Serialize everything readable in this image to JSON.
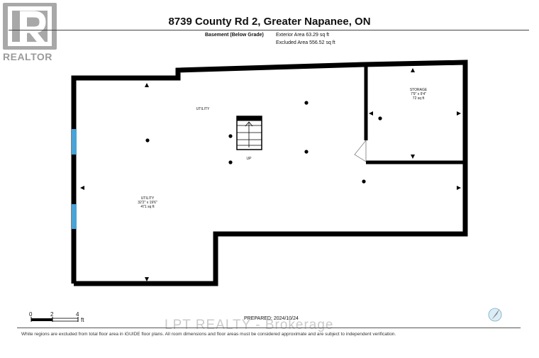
{
  "header": {
    "address": "8739 County Rd 2, Greater Napanee, ON",
    "floor_name": "Basement (Below Grade)",
    "exterior_area": "Exterior Area 63.29 sq ft",
    "excluded_area": "Excluded Area 556.52 sq ft"
  },
  "brand": {
    "logo_text": "REALTOR"
  },
  "rooms": {
    "utility_top": "UTILITY",
    "utility_main_name": "UTILITY",
    "utility_main_dims": "32'2\" x 19'6\"",
    "utility_main_area": "471 sq ft",
    "storage_name": "STORAGE",
    "storage_dims": "7'9\" x 9'4\"",
    "storage_area": "72 sq ft",
    "stairs_label": "UP"
  },
  "scale": {
    "t0": "0",
    "t2": "2",
    "t4": "4",
    "unit": "ft"
  },
  "footer": {
    "prepared": "PREPARED: 2024/10/24",
    "watermark": "LPT REALTY - Brokerage",
    "disclaimer": "White regions are excluded from total floor area in iGUIDE floor plans. All room dimensions and floor areas must be considered approximate and are subject to independent verification."
  },
  "colors": {
    "wall": "#000000",
    "window": "#4aa3d6",
    "logo": "#a8a8a8"
  }
}
